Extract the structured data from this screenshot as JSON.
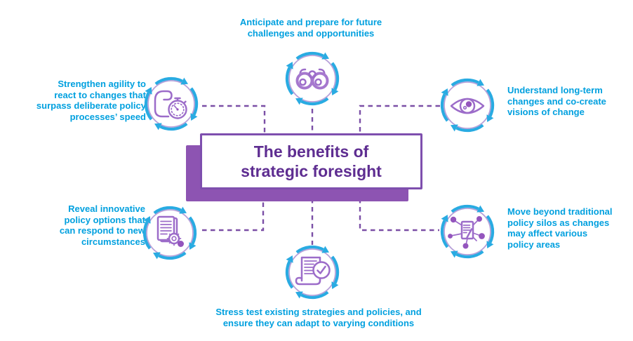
{
  "diagram": {
    "title_line1": "The benefits of",
    "title_line2": "strategic foresight"
  },
  "benefits": [
    {
      "name": "anticipate",
      "icon": "binoculars-cycle-icon",
      "lines": [
        "Anticipate and prepare for future",
        "challenges and opportunities"
      ]
    },
    {
      "name": "agility",
      "icon": "arm-stopwatch-cycle-icon",
      "lines": [
        "Strengthen agility to",
        "react to changes that",
        "surpass deliberate policy",
        "processes’ speed"
      ]
    },
    {
      "name": "understand",
      "icon": "eye-cycle-icon",
      "lines": [
        "Understand long-term",
        "changes and co-create",
        "visions of change"
      ]
    },
    {
      "name": "reveal",
      "icon": "document-gear-cycle-icon",
      "lines": [
        "Reveal innovative",
        "policy options that",
        "can respond to new",
        "circumstances"
      ]
    },
    {
      "name": "move-beyond",
      "icon": "document-network-cycle-icon",
      "lines": [
        "Move beyond traditional",
        "policy silos as changes",
        "may affect various",
        "policy areas"
      ]
    },
    {
      "name": "stress-test",
      "icon": "scroll-check-cycle-icon",
      "lines": [
        "Stress test existing strategies and policies, and",
        "ensure they can adapt to varying conditions"
      ]
    }
  ],
  "colors": {
    "cycle_arrow_cyan": "#29abe2",
    "label_text_cyan": "#00a0df",
    "title_purple": "#5e2d91",
    "box_border_purple": "#7e4fae",
    "box_shadow_purple": "#8d54b2",
    "connector_purple": "#7b4fa6",
    "circle_rim_lavender": "#b7a0d9",
    "icon_purple": "#9c6cc9"
  }
}
